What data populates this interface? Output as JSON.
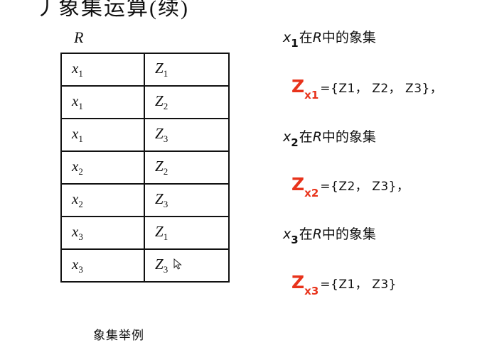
{
  "slide": {
    "top_fragment": "丿象集运算(续)",
    "relation_name": "R",
    "caption": "象集举例"
  },
  "relation": {
    "rows": [
      {
        "x": "x",
        "x_sub": "1",
        "z": "Z",
        "z_sub": "1"
      },
      {
        "x": "x",
        "x_sub": "1",
        "z": "Z",
        "z_sub": "2"
      },
      {
        "x": "x",
        "x_sub": "1",
        "z": "Z",
        "z_sub": "3"
      },
      {
        "x": "x",
        "x_sub": "2",
        "z": "Z",
        "z_sub": "2"
      },
      {
        "x": "x",
        "x_sub": "2",
        "z": "Z",
        "z_sub": "3"
      },
      {
        "x": "x",
        "x_sub": "3",
        "z": "Z",
        "z_sub": "1"
      },
      {
        "x": "x",
        "x_sub": "3",
        "z": "Z",
        "z_sub": "3"
      }
    ]
  },
  "images": [
    {
      "var": "x",
      "var_sub": "1",
      "text_a": "在",
      "rel": "R",
      "text_b": "中的象集",
      "set_symbol": "Z",
      "set_sub": "x1",
      "set_value": "={Z1， Z2， Z3}，"
    },
    {
      "var": "x",
      "var_sub": "2",
      "text_a": "在",
      "rel": "R",
      "text_b": "中的象集",
      "set_symbol": "Z",
      "set_sub": "x2",
      "set_value": "={Z2， Z3}，"
    },
    {
      "var": "x",
      "var_sub": "3",
      "text_a": "在",
      "rel": "R",
      "text_b": "中的象集",
      "set_symbol": "Z",
      "set_sub": "x3",
      "set_value": "={Z1， Z3}"
    }
  ],
  "colors": {
    "accent_red": "#e8331b",
    "text": "#111111",
    "background": "#ffffff"
  },
  "icons": {
    "cursor": "mouse-pointer-icon"
  }
}
